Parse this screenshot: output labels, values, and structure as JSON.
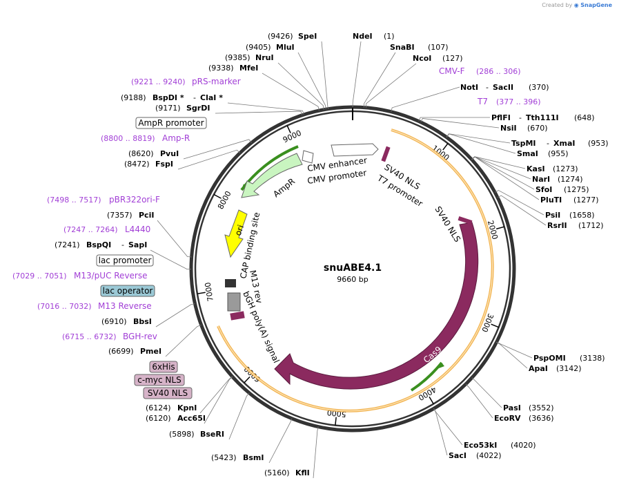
{
  "app": {
    "credit_prefix": "Created by",
    "credit_brand": "SnapGene"
  },
  "plasmid": {
    "name": "snuABE4.1",
    "length_label": "9660 bp",
    "length": 9660
  },
  "colors": {
    "enzyme": "#000000",
    "primer": "#a13ed6",
    "feature_cas9": "#8b2a5f",
    "feature_ampr": "#c9f5c0",
    "feature_ori": "#ffff00",
    "feature_promoter": "#ffffff",
    "orf_orange": "#f0a630",
    "orf_green": "#3a8f1f",
    "lac_operator_box": "#9bc9d6",
    "tag_box": "#d6b3c8"
  },
  "scale_ticks": [
    "1000",
    "2000",
    "3000",
    "4000",
    "5000",
    "6000",
    "7000",
    "8000",
    "9000"
  ],
  "enzymes_right": [
    {
      "name": "NdeI",
      "pos": "(1)",
      "bp": 1
    },
    {
      "name": "SnaBI",
      "pos": "(107)",
      "bp": 107
    },
    {
      "name": "NcoI",
      "pos": "(127)",
      "bp": 127
    },
    {
      "name": "NotI",
      "sep": "-",
      "name2": "SacII",
      "pos": "(370)",
      "bp": 370
    },
    {
      "name": "PflFI",
      "sep": "-",
      "name2": "Tth111I",
      "pos": "(648)",
      "bp": 648
    },
    {
      "name": "NsiI",
      "pos": "(670)",
      "bp": 670
    },
    {
      "name": "TspMI",
      "sep": "-",
      "name2": "XmaI",
      "pos": "(953)",
      "bp": 953
    },
    {
      "name": "SmaI",
      "pos": "(955)",
      "bp": 955
    },
    {
      "name": "KasI",
      "pos": "(1273)",
      "bp": 1273
    },
    {
      "name": "NarI",
      "pos": "(1274)",
      "bp": 1274
    },
    {
      "name": "SfoI",
      "pos": "(1275)",
      "bp": 1275
    },
    {
      "name": "PluTI",
      "pos": "(1277)",
      "bp": 1277
    },
    {
      "name": "PsiI",
      "pos": "(1658)",
      "bp": 1658
    },
    {
      "name": "RsrII",
      "pos": "(1712)",
      "bp": 1712
    },
    {
      "name": "PspOMI",
      "pos": "(3138)",
      "bp": 3138
    },
    {
      "name": "ApaI",
      "pos": "(3142)",
      "bp": 3142
    },
    {
      "name": "PasI",
      "pos": "(3552)",
      "bp": 3552
    },
    {
      "name": "EcoRV",
      "pos": "(3636)",
      "bp": 3636
    },
    {
      "name": "Eco53kI",
      "pos": "(4020)",
      "bp": 4020
    },
    {
      "name": "SacI",
      "pos": "(4022)",
      "bp": 4022
    }
  ],
  "enzymes_left": [
    {
      "name": "SpeI",
      "pos": "(9426)",
      "bp": 9426
    },
    {
      "name": "MluI",
      "pos": "(9405)",
      "bp": 9405
    },
    {
      "name": "NruI",
      "pos": "(9385)",
      "bp": 9385
    },
    {
      "name": "MfeI",
      "pos": "(9338)",
      "bp": 9338
    },
    {
      "name": "BspDI *",
      "sep": "-",
      "name2": "ClaI *",
      "pos": "(9188)",
      "bp": 9188
    },
    {
      "name": "SgrDI",
      "pos": "(9171)",
      "bp": 9171
    },
    {
      "name": "PvuI",
      "pos": "(8620)",
      "bp": 8620
    },
    {
      "name": "FspI",
      "pos": "(8472)",
      "bp": 8472
    },
    {
      "name": "PciI",
      "pos": "(7357)",
      "bp": 7357
    },
    {
      "name": "BspQI",
      "sep": "-",
      "name2": "SapI",
      "pos": "(7241)",
      "bp": 7241
    },
    {
      "name": "BbsI",
      "pos": "(6910)",
      "bp": 6910
    },
    {
      "name": "PmeI",
      "pos": "(6699)",
      "bp": 6699
    },
    {
      "name": "KpnI",
      "pos": "(6124)",
      "bp": 6124
    },
    {
      "name": "Acc65I",
      "pos": "(6120)",
      "bp": 6120
    },
    {
      "name": "BseRI",
      "pos": "(5898)",
      "bp": 5898
    },
    {
      "name": "BsmI",
      "pos": "(5423)",
      "bp": 5423
    },
    {
      "name": "KflI",
      "pos": "(5160)",
      "bp": 5160
    }
  ],
  "primers": [
    {
      "name": "CMV-F",
      "pos": "(286 .. 306)",
      "bp": 296
    },
    {
      "name": "T7",
      "pos": "(377 .. 396)",
      "bp": 386
    },
    {
      "name": "pRS-marker",
      "pos": "(9221 .. 9240)",
      "bp": 9230
    },
    {
      "name": "Amp-R",
      "pos": "(8800 .. 8819)",
      "bp": 8810
    },
    {
      "name": "pBR322ori-F",
      "pos": "(7498 .. 7517)",
      "bp": 7508
    },
    {
      "name": "L4440",
      "pos": "(7247 .. 7264)",
      "bp": 7255
    },
    {
      "name": "M13/pUC Reverse",
      "pos": "(7029 .. 7051)",
      "bp": 7040
    },
    {
      "name": "M13 Reverse",
      "pos": "(7016 .. 7032)",
      "bp": 7024
    },
    {
      "name": "BGH-rev",
      "pos": "(6715 .. 6732)",
      "bp": 6723
    }
  ],
  "boxed_features": [
    {
      "label": "AmpR promoter",
      "style": "white"
    },
    {
      "label": "lac promoter",
      "style": "white"
    },
    {
      "label": "lac operator",
      "style": "blue"
    },
    {
      "label": "6xHis",
      "style": "pink"
    },
    {
      "label": "c-myc NLS",
      "style": "pink"
    },
    {
      "label": "SV40 NLS",
      "style": "pink"
    }
  ],
  "inner_labels": {
    "cmv_enhancer": "CMV enhancer",
    "cmv_promoter": "CMV promoter",
    "sv40_nls_a": "SV40 NLS",
    "t7_promoter": "T7 promoter",
    "sv40_nls_b": "SV40 NLS",
    "cas9": "Cas9",
    "ampr": "AmpR",
    "ori": "ori",
    "cap_site": "CAP binding site",
    "m13_rev": "M13 rev",
    "bgh": "bGH poly(A) signal"
  }
}
